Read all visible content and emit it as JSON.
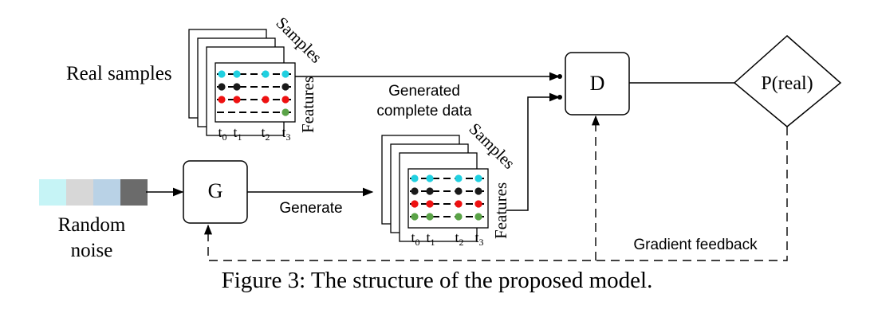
{
  "caption": "Figure 3: The structure of the proposed model.",
  "labels": {
    "real_samples": "Real samples",
    "random_noise_line1": "Random",
    "random_noise_line2": "noise",
    "generate": "Generate",
    "generated_line1": "Generated",
    "generated_line2": "complete data",
    "gradient_feedback": "Gradient feedback",
    "samples": "Samples",
    "features": "Features"
  },
  "nodes": {
    "generator": "G",
    "discriminator": "D",
    "output": "P(real)"
  },
  "time_ticks": [
    {
      "base": "t",
      "sub": "0"
    },
    {
      "base": "t",
      "sub": "1"
    },
    {
      "base": "t",
      "sub": "2"
    },
    {
      "base": "t",
      "sub": "3"
    }
  ],
  "noise_colors": [
    "#c6f4f6",
    "#d7d7d7",
    "#b9d2e6",
    "#6b6b6b"
  ],
  "feature_colors": [
    "#20d0e0",
    "#1a1a1a",
    "#ee1111",
    "#5aa347"
  ],
  "real_grid_missing": [
    [
      1,
      2
    ],
    [
      3,
      0
    ],
    [
      3,
      1
    ],
    [
      3,
      2
    ]
  ],
  "gen_grid_missing": []
}
